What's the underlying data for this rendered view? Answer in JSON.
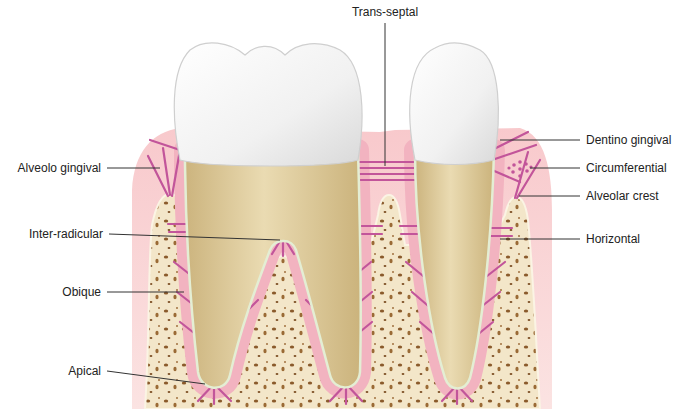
{
  "diagram": {
    "labels": [
      "Trans-septal",
      "Alveolo gingival",
      "Dentino gingival",
      "Circumferential",
      "Alveolar crest",
      "Inter-radicular",
      "Horizontal",
      "Obique",
      "Apical"
    ]
  }
}
